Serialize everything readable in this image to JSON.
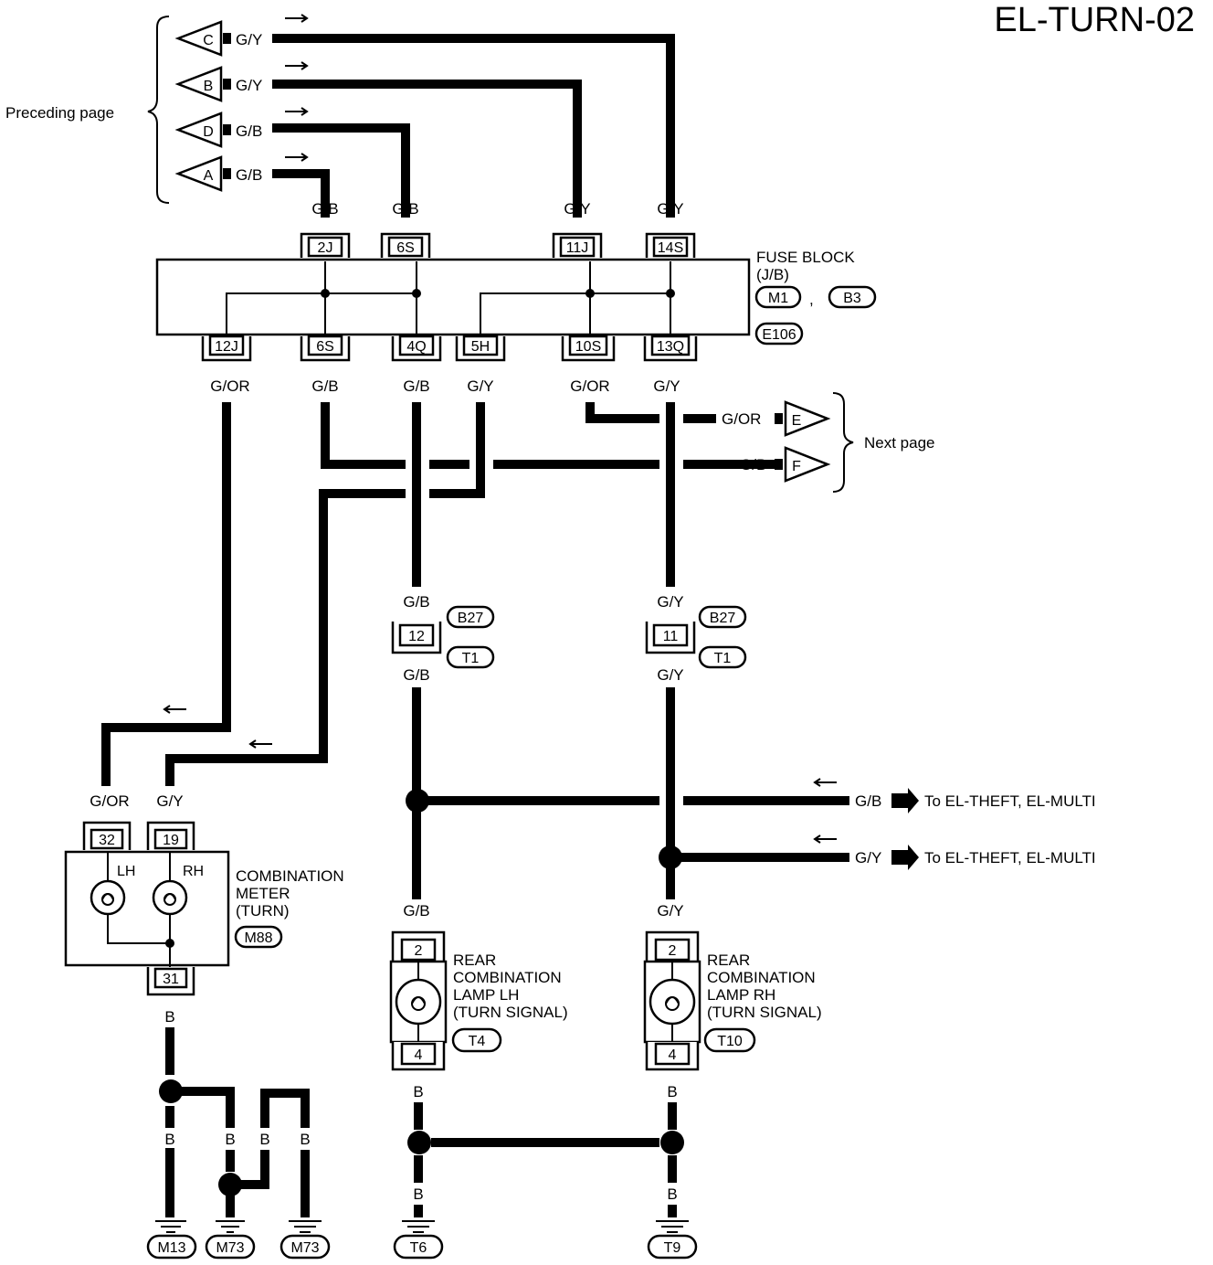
{
  "page_id": "EL-TURN-02",
  "preceding_page": "Preceding page",
  "next_page": "Next page",
  "left_connectors": [
    {
      "letter": "C",
      "wire": "G/Y"
    },
    {
      "letter": "B",
      "wire": "G/Y"
    },
    {
      "letter": "D",
      "wire": "G/B"
    },
    {
      "letter": "A",
      "wire": "G/B"
    }
  ],
  "right_connectors": [
    {
      "letter": "E",
      "wire": "G/OR"
    },
    {
      "letter": "F",
      "wire": "G/B"
    }
  ],
  "fuse_block": {
    "label_line1": "FUSE BLOCK",
    "label_line2": "(J/B)",
    "refs": [
      "M1",
      "B3",
      "E106"
    ],
    "ref_sep": ",",
    "top_terminals": [
      {
        "pin": "2J",
        "wire": "G/B"
      },
      {
        "pin": "6S",
        "wire": "G/B"
      },
      {
        "pin": "11J",
        "wire": "G/Y"
      },
      {
        "pin": "14S",
        "wire": "G/Y"
      }
    ],
    "bottom_terminals": [
      {
        "pin": "12J",
        "wire": "G/OR"
      },
      {
        "pin": "6S",
        "wire": "G/B"
      },
      {
        "pin": "4Q",
        "wire": "G/B"
      },
      {
        "pin": "5H",
        "wire": "G/Y"
      },
      {
        "pin": "10S",
        "wire": "G/OR"
      },
      {
        "pin": "13Q",
        "wire": "G/Y"
      }
    ]
  },
  "joint_connectors": [
    {
      "pin": "12",
      "wire_top": "G/B",
      "wire_bottom": "G/B",
      "ref_top": "B27",
      "ref_bottom": "T1"
    },
    {
      "pin": "11",
      "wire_top": "G/Y",
      "wire_bottom": "G/Y",
      "ref_top": "B27",
      "ref_bottom": "T1"
    }
  ],
  "branches": [
    {
      "wire": "G/B",
      "text": "To EL-THEFT, EL-MULTI"
    },
    {
      "wire": "G/Y",
      "text": "To EL-THEFT, EL-MULTI"
    }
  ],
  "combination_meter": {
    "label_lines": [
      "COMBINATION",
      "METER",
      "(TURN)"
    ],
    "ref": "M88",
    "pins": [
      {
        "pin": "32",
        "wire": "G/OR",
        "side": "LH"
      },
      {
        "pin": "19",
        "wire": "G/Y",
        "side": "RH"
      }
    ],
    "ground_pin": "31",
    "ground_wire": "B"
  },
  "rear_lamps": [
    {
      "label_lines": [
        "REAR",
        "COMBINATION",
        "LAMP LH",
        "(TURN SIGNAL)"
      ],
      "ref": "T4",
      "pin_in": "2",
      "pin_out": "4",
      "wire_in": "G/B",
      "wire_out": "B"
    },
    {
      "label_lines": [
        "REAR",
        "COMBINATION",
        "LAMP RH",
        "(TURN SIGNAL)"
      ],
      "ref": "T10",
      "pin_in": "2",
      "pin_out": "4",
      "wire_in": "G/Y",
      "wire_out": "B"
    }
  ],
  "ground_wire": "B",
  "grounds": [
    "M13",
    "M73",
    "M73",
    "T6",
    "T9"
  ]
}
